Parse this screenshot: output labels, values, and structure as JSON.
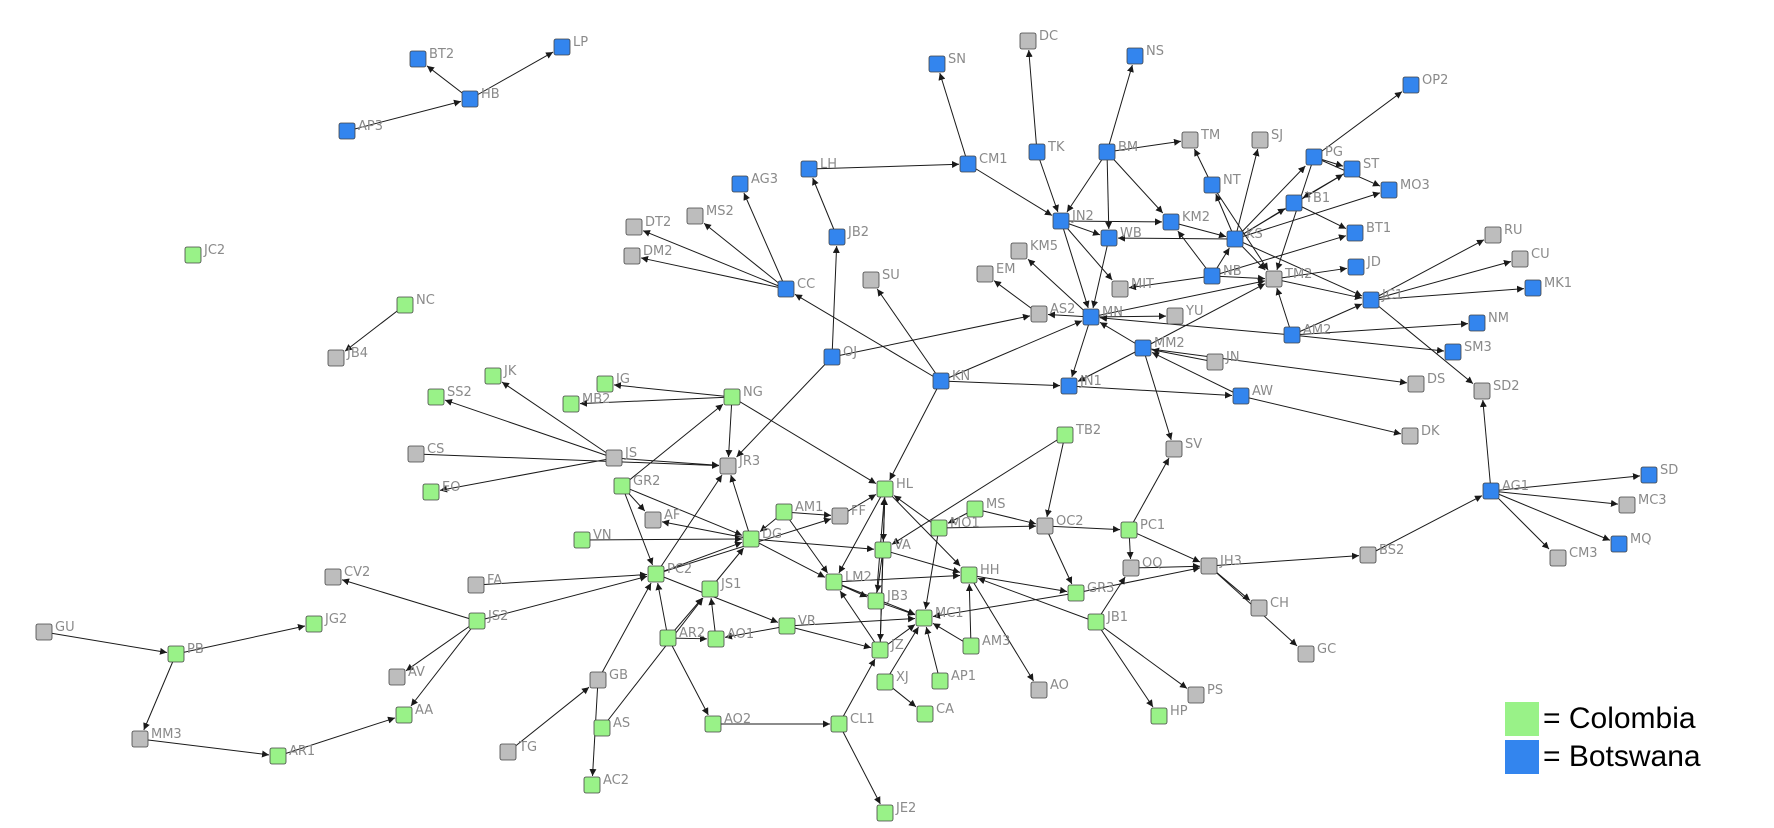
{
  "colors": {
    "colombia": "#99f288",
    "botswana": "#3385ee",
    "other": "#bdbdbd",
    "edge": "#1a1a1a"
  },
  "legend": {
    "items": [
      {
        "label": "= Colombia",
        "color": "#99f288"
      },
      {
        "label": "= Botswana",
        "color": "#3385ee"
      }
    ]
  },
  "nodes": [
    {
      "id": "BT2",
      "g": "b"
    },
    {
      "id": "LP",
      "g": "b"
    },
    {
      "id": "HB",
      "g": "b"
    },
    {
      "id": "AP3",
      "g": "b"
    },
    {
      "id": "JC2",
      "g": "c"
    },
    {
      "id": "NC",
      "g": "c"
    },
    {
      "id": "JB4",
      "g": "o"
    },
    {
      "id": "SN",
      "g": "b"
    },
    {
      "id": "DC",
      "g": "o"
    },
    {
      "id": "NS",
      "g": "b"
    },
    {
      "id": "OP2",
      "g": "b"
    },
    {
      "id": "TK",
      "g": "b"
    },
    {
      "id": "BM",
      "g": "b"
    },
    {
      "id": "TM",
      "g": "o"
    },
    {
      "id": "SJ",
      "g": "o"
    },
    {
      "id": "PG",
      "g": "b"
    },
    {
      "id": "ST",
      "g": "b"
    },
    {
      "id": "MO3",
      "g": "b"
    },
    {
      "id": "NT",
      "g": "b"
    },
    {
      "id": "TB1",
      "g": "b"
    },
    {
      "id": "BT1",
      "g": "b"
    },
    {
      "id": "LH",
      "g": "b"
    },
    {
      "id": "CM1",
      "g": "b"
    },
    {
      "id": "AG3",
      "g": "b"
    },
    {
      "id": "MS2",
      "g": "o"
    },
    {
      "id": "DT2",
      "g": "o"
    },
    {
      "id": "DM2",
      "g": "o"
    },
    {
      "id": "JB2",
      "g": "b"
    },
    {
      "id": "CC",
      "g": "b"
    },
    {
      "id": "JN2",
      "g": "b"
    },
    {
      "id": "KM2",
      "g": "b"
    },
    {
      "id": "WB",
      "g": "b"
    },
    {
      "id": "KS",
      "g": "b"
    },
    {
      "id": "KM5",
      "g": "o"
    },
    {
      "id": "EM",
      "g": "o"
    },
    {
      "id": "MIT",
      "g": "o"
    },
    {
      "id": "NB",
      "g": "b"
    },
    {
      "id": "TM2",
      "g": "o"
    },
    {
      "id": "JD",
      "g": "b"
    },
    {
      "id": "RU",
      "g": "o"
    },
    {
      "id": "CU",
      "g": "o"
    },
    {
      "id": "MK1",
      "g": "b"
    },
    {
      "id": "JC1",
      "g": "b"
    },
    {
      "id": "SU",
      "g": "o"
    },
    {
      "id": "AS2",
      "g": "o"
    },
    {
      "id": "MN",
      "g": "b"
    },
    {
      "id": "YU",
      "g": "o"
    },
    {
      "id": "NM",
      "g": "b"
    },
    {
      "id": "AM2",
      "g": "b"
    },
    {
      "id": "SM3",
      "g": "b"
    },
    {
      "id": "MM2",
      "g": "b"
    },
    {
      "id": "OJ",
      "g": "b"
    },
    {
      "id": "JN",
      "g": "o"
    },
    {
      "id": "KN",
      "g": "b"
    },
    {
      "id": "JN1",
      "g": "b"
    },
    {
      "id": "DS",
      "g": "o"
    },
    {
      "id": "SD2",
      "g": "o"
    },
    {
      "id": "AW",
      "g": "b"
    },
    {
      "id": "DK",
      "g": "o"
    },
    {
      "id": "JK",
      "g": "c"
    },
    {
      "id": "IG",
      "g": "c"
    },
    {
      "id": "SS2",
      "g": "c"
    },
    {
      "id": "MB2",
      "g": "c"
    },
    {
      "id": "NG",
      "g": "c"
    },
    {
      "id": "CS",
      "g": "o"
    },
    {
      "id": "JS",
      "g": "o"
    },
    {
      "id": "JR3",
      "g": "o"
    },
    {
      "id": "EO",
      "g": "c"
    },
    {
      "id": "GR2",
      "g": "c"
    },
    {
      "id": "TB2",
      "g": "c"
    },
    {
      "id": "SV",
      "g": "o"
    },
    {
      "id": "HL",
      "g": "c"
    },
    {
      "id": "AM1",
      "g": "c"
    },
    {
      "id": "AF",
      "g": "o"
    },
    {
      "id": "FF",
      "g": "o"
    },
    {
      "id": "MS",
      "g": "c"
    },
    {
      "id": "OC2",
      "g": "o"
    },
    {
      "id": "PC1",
      "g": "c"
    },
    {
      "id": "MO1",
      "g": "c"
    },
    {
      "id": "VN",
      "g": "c"
    },
    {
      "id": "DG",
      "g": "c"
    },
    {
      "id": "VA",
      "g": "c"
    },
    {
      "id": "OQ",
      "g": "o"
    },
    {
      "id": "JH3",
      "g": "o"
    },
    {
      "id": "BS2",
      "g": "o"
    },
    {
      "id": "AG1",
      "g": "b"
    },
    {
      "id": "SD",
      "g": "b"
    },
    {
      "id": "MC3",
      "g": "o"
    },
    {
      "id": "MQ",
      "g": "b"
    },
    {
      "id": "CM3",
      "g": "o"
    },
    {
      "id": "CV2",
      "g": "o"
    },
    {
      "id": "FA",
      "g": "o"
    },
    {
      "id": "PC2",
      "g": "c"
    },
    {
      "id": "JS1",
      "g": "c"
    },
    {
      "id": "LM2",
      "g": "c"
    },
    {
      "id": "HH",
      "g": "c"
    },
    {
      "id": "GR3",
      "g": "c"
    },
    {
      "id": "CH",
      "g": "o"
    },
    {
      "id": "JB3",
      "g": "c"
    },
    {
      "id": "JB1",
      "g": "c"
    },
    {
      "id": "GU",
      "g": "o"
    },
    {
      "id": "JS2",
      "g": "c"
    },
    {
      "id": "JG2",
      "g": "c"
    },
    {
      "id": "PB",
      "g": "c"
    },
    {
      "id": "VR",
      "g": "c"
    },
    {
      "id": "MC1",
      "g": "c"
    },
    {
      "id": "AO1",
      "g": "c"
    },
    {
      "id": "AR2",
      "g": "c"
    },
    {
      "id": "JZ",
      "g": "c"
    },
    {
      "id": "AM3",
      "g": "c"
    },
    {
      "id": "GC",
      "g": "o"
    },
    {
      "id": "AV",
      "g": "o"
    },
    {
      "id": "GB",
      "g": "o"
    },
    {
      "id": "AP1",
      "g": "c"
    },
    {
      "id": "XJ",
      "g": "c"
    },
    {
      "id": "AO",
      "g": "o"
    },
    {
      "id": "PS",
      "g": "o"
    },
    {
      "id": "MM3",
      "g": "o"
    },
    {
      "id": "AA",
      "g": "c"
    },
    {
      "id": "AS",
      "g": "c"
    },
    {
      "id": "CA",
      "g": "c"
    },
    {
      "id": "HP",
      "g": "c"
    },
    {
      "id": "AR1",
      "g": "c"
    },
    {
      "id": "AO2",
      "g": "c"
    },
    {
      "id": "CL1",
      "g": "c"
    },
    {
      "id": "TG",
      "g": "o"
    },
    {
      "id": "AC2",
      "g": "c"
    },
    {
      "id": "JE2",
      "g": "c"
    }
  ],
  "edges": [
    [
      "HB",
      "BT2"
    ],
    [
      "HB",
      "LP"
    ],
    [
      "AP3",
      "HB"
    ],
    [
      "NC",
      "JB4"
    ],
    [
      "CM1",
      "SN"
    ],
    [
      "TK",
      "DC"
    ],
    [
      "BM",
      "NS"
    ],
    [
      "PG",
      "OP2"
    ],
    [
      "BM",
      "TM"
    ],
    [
      "LH",
      "CM1"
    ],
    [
      "CM1",
      "JN2"
    ],
    [
      "TK",
      "JN2"
    ],
    [
      "BM",
      "JN2"
    ],
    [
      "BM",
      "KM2"
    ],
    [
      "BM",
      "WB"
    ],
    [
      "PG",
      "ST"
    ],
    [
      "PG",
      "MO3"
    ],
    [
      "ST",
      "TB1"
    ],
    [
      "NT",
      "TM"
    ],
    [
      "KS",
      "SJ"
    ],
    [
      "KS",
      "NT"
    ],
    [
      "KS",
      "PG"
    ],
    [
      "KS",
      "TB1"
    ],
    [
      "KS",
      "MO3"
    ],
    [
      "KS",
      "ST"
    ],
    [
      "TB1",
      "BT1"
    ],
    [
      "NB",
      "BT1"
    ],
    [
      "JN2",
      "KM2"
    ],
    [
      "JN2",
      "WB"
    ],
    [
      "KS",
      "WB"
    ],
    [
      "NB",
      "KS"
    ],
    [
      "NB",
      "KM2"
    ],
    [
      "KM2",
      "KS"
    ],
    [
      "JN2",
      "MN"
    ],
    [
      "WB",
      "MN"
    ],
    [
      "NB",
      "MIT"
    ],
    [
      "MN",
      "KM5"
    ],
    [
      "JN2",
      "MIT"
    ],
    [
      "TM2",
      "JD"
    ],
    [
      "PG",
      "TM2"
    ],
    [
      "NT",
      "TM2"
    ],
    [
      "KS",
      "TM2"
    ],
    [
      "NB",
      "TM2"
    ],
    [
      "TM2",
      "JC1"
    ],
    [
      "KS",
      "JC1"
    ],
    [
      "JC1",
      "RU"
    ],
    [
      "JC1",
      "CU"
    ],
    [
      "JC1",
      "MK1"
    ],
    [
      "JC1",
      "SD2"
    ],
    [
      "JB2",
      "LH"
    ],
    [
      "OJ",
      "JB2"
    ],
    [
      "CC",
      "AG3"
    ],
    [
      "CC",
      "MS2"
    ],
    [
      "CC",
      "DT2"
    ],
    [
      "CC",
      "DM2"
    ],
    [
      "KN",
      "CC"
    ],
    [
      "KN",
      "SU"
    ],
    [
      "OJ",
      "AS2"
    ],
    [
      "KN",
      "MN"
    ],
    [
      "KN",
      "JN1"
    ],
    [
      "KN",
      "HL"
    ],
    [
      "MN",
      "AS2"
    ],
    [
      "AS2",
      "EM"
    ],
    [
      "MN",
      "YU"
    ],
    [
      "MN",
      "TM2"
    ],
    [
      "MM2",
      "MN"
    ],
    [
      "MM2",
      "JN1"
    ],
    [
      "MM2",
      "TM2"
    ],
    [
      "MM2",
      "SV"
    ],
    [
      "MM2",
      "DS"
    ],
    [
      "AM2",
      "NM"
    ],
    [
      "AM2",
      "SM3"
    ],
    [
      "AM2",
      "JC1"
    ],
    [
      "AM2",
      "TM2"
    ],
    [
      "AM2",
      "MN"
    ],
    [
      "JN",
      "MM2"
    ],
    [
      "JN1",
      "AW"
    ],
    [
      "AW",
      "DK"
    ],
    [
      "AW",
      "MM2"
    ],
    [
      "AG1",
      "SD2"
    ],
    [
      "AG1",
      "SD"
    ],
    [
      "AG1",
      "MC3"
    ],
    [
      "AG1",
      "MQ"
    ],
    [
      "AG1",
      "CM3"
    ],
    [
      "BS2",
      "AG1"
    ],
    [
      "JH3",
      "BS2"
    ],
    [
      "JS",
      "JK"
    ],
    [
      "JS",
      "SS2"
    ],
    [
      "JS",
      "EO"
    ],
    [
      "CS",
      "JR3"
    ],
    [
      "JS",
      "JR3"
    ],
    [
      "NG",
      "IG"
    ],
    [
      "NG",
      "MB2"
    ],
    [
      "NG",
      "JR3"
    ],
    [
      "NG",
      "HL"
    ],
    [
      "GR2",
      "NG"
    ],
    [
      "GR2",
      "PC2"
    ],
    [
      "GR2",
      "DG"
    ],
    [
      "GR2",
      "AF"
    ],
    [
      "PC2",
      "JR3"
    ],
    [
      "DG",
      "JR3"
    ],
    [
      "DG",
      "AF"
    ],
    [
      "AM1",
      "FF"
    ],
    [
      "AM1",
      "DG"
    ],
    [
      "AM1",
      "LM2"
    ],
    [
      "VN",
      "DG"
    ],
    [
      "JS1",
      "DG"
    ],
    [
      "PC2",
      "DG"
    ],
    [
      "PC2",
      "FF"
    ],
    [
      "FF",
      "HL"
    ],
    [
      "MS",
      "OC2"
    ],
    [
      "MS",
      "MO1"
    ],
    [
      "TB2",
      "OC2"
    ],
    [
      "TB2",
      "VA"
    ],
    [
      "OC2",
      "PC1"
    ],
    [
      "OC2",
      "GR3"
    ],
    [
      "PC1",
      "OQ"
    ],
    [
      "PC1",
      "SV"
    ],
    [
      "PC1",
      "JH3"
    ],
    [
      "OQ",
      "JH3"
    ],
    [
      "JH3",
      "CH"
    ],
    [
      "JH3",
      "GC"
    ],
    [
      "JB1",
      "OQ"
    ],
    [
      "JB1",
      "PS"
    ],
    [
      "JB1",
      "HP"
    ],
    [
      "GR3",
      "JH3"
    ],
    [
      "HH",
      "GR3"
    ],
    [
      "JB1",
      "HH"
    ],
    [
      "MO1",
      "HL"
    ],
    [
      "MO1",
      "OC2"
    ],
    [
      "HL",
      "VA"
    ],
    [
      "HL",
      "HH"
    ],
    [
      "HL",
      "LM2"
    ],
    [
      "VA",
      "HH"
    ],
    [
      "VA",
      "JB3"
    ],
    [
      "VA",
      "JZ"
    ],
    [
      "LM2",
      "HH"
    ],
    [
      "LM2",
      "MC1"
    ],
    [
      "LM2",
      "JB3"
    ],
    [
      "JB3",
      "HL"
    ],
    [
      "JB3",
      "MC1"
    ],
    [
      "JZ",
      "HL"
    ],
    [
      "JZ",
      "MC1"
    ],
    [
      "JZ",
      "LM2"
    ],
    [
      "VR",
      "MC1"
    ],
    [
      "VR",
      "AO1"
    ],
    [
      "VR",
      "JZ"
    ],
    [
      "AO1",
      "JS1"
    ],
    [
      "AR2",
      "AO1"
    ],
    [
      "AR2",
      "PC2"
    ],
    [
      "AR2",
      "AO2"
    ],
    [
      "AR2",
      "JS1"
    ],
    [
      "AM3",
      "MC1"
    ],
    [
      "AM3",
      "HH"
    ],
    [
      "AP1",
      "MC1"
    ],
    [
      "XJ",
      "MC1"
    ],
    [
      "XJ",
      "CA"
    ],
    [
      "HH",
      "AO"
    ],
    [
      "CL1",
      "JZ"
    ],
    [
      "CL1",
      "JE2"
    ],
    [
      "AO2",
      "CL1"
    ],
    [
      "GB",
      "AC2"
    ],
    [
      "GB",
      "PC2"
    ],
    [
      "AS",
      "JS1"
    ],
    [
      "TG",
      "GB"
    ],
    [
      "JS2",
      "CV2"
    ],
    [
      "JS2",
      "AV"
    ],
    [
      "JS2",
      "AA"
    ],
    [
      "JS2",
      "PC2"
    ],
    [
      "FA",
      "PC2"
    ],
    [
      "PB",
      "JG2"
    ],
    [
      "PB",
      "MM3"
    ],
    [
      "GU",
      "PB"
    ],
    [
      "MM3",
      "AR1"
    ],
    [
      "AR1",
      "AA"
    ],
    [
      "MN",
      "JN1"
    ],
    [
      "OJ",
      "JR3"
    ],
    [
      "DG",
      "VA"
    ],
    [
      "DG",
      "LM2"
    ],
    [
      "PC2",
      "VR"
    ],
    [
      "MO1",
      "MC1"
    ],
    [
      "GR3",
      "MC1"
    ]
  ]
}
